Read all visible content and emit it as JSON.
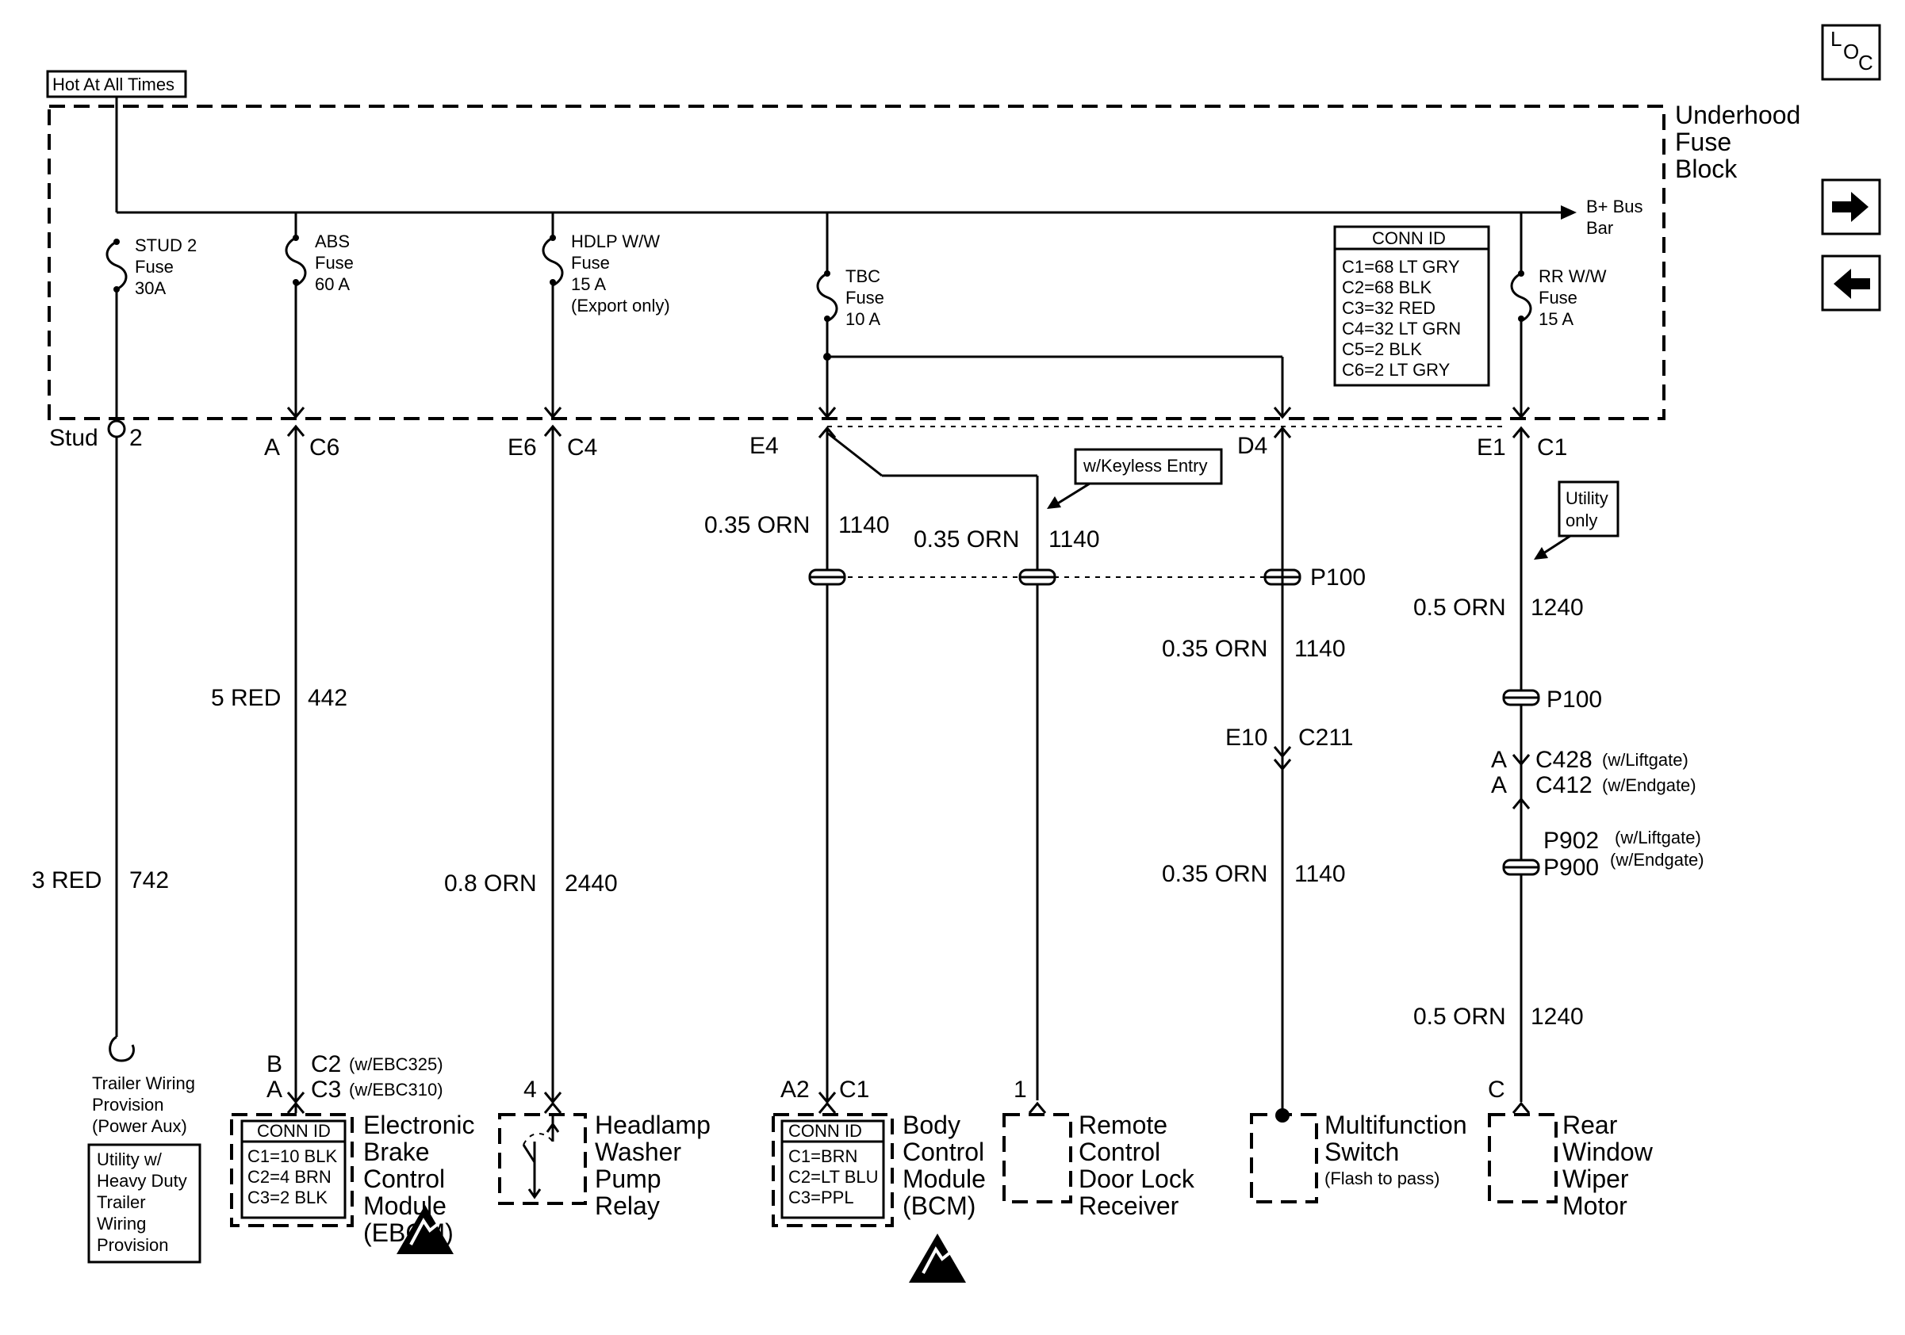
{
  "header": {
    "hot_label": "Hot At All Times",
    "fuse_block": [
      "Underhood",
      "Fuse",
      "Block"
    ],
    "bus": [
      "B+ Bus",
      "Bar"
    ]
  },
  "nav": {
    "loc": [
      "L",
      "O",
      "C"
    ],
    "next_icon": "right-arrow-icon",
    "prev_icon": "left-arrow-icon"
  },
  "conn_id_block": {
    "title": "CONN ID",
    "lines": [
      "C1=68 LT GRY",
      "C2=68 BLK",
      "C3=32 RED",
      "C4=32 LT GRN",
      "C5=2 BLK",
      "C6=2 LT GRY"
    ]
  },
  "fuses": {
    "stud2": [
      "STUD 2",
      "Fuse",
      "30A"
    ],
    "abs": [
      "ABS",
      "Fuse",
      "60 A"
    ],
    "hdlp": [
      "HDLP W/W",
      "Fuse",
      "15 A",
      "(Export only)"
    ],
    "tbc": [
      "TBC",
      "Fuse",
      "10 A"
    ],
    "rrww": [
      "RR W/W",
      "Fuse",
      "15 A"
    ]
  },
  "terminals": {
    "stud": "Stud",
    "stud_num": "2",
    "abs_pin": "A",
    "abs_conn": "C6",
    "hdlp_pin": "E6",
    "hdlp_conn": "C4",
    "tbc_pin": "E4",
    "d4_pin": "D4",
    "rr_pin": "E1",
    "rr_conn": "C1"
  },
  "notes": {
    "keyless": "w/Keyless Entry",
    "utility": [
      "Utility",
      "only"
    ]
  },
  "wires": {
    "stud": [
      "3 RED",
      "742"
    ],
    "abs": [
      "5 RED",
      "442"
    ],
    "hdlp": [
      "0.8 ORN",
      "2440"
    ],
    "tbc": [
      "0.35 ORN",
      "1140"
    ],
    "keyless": [
      "0.35 ORN",
      "1140"
    ],
    "mf_top": [
      "0.35 ORN",
      "1140"
    ],
    "mf_bottom": [
      "0.35 ORN",
      "1140"
    ],
    "rr_top": [
      "0.5 ORN",
      "1240"
    ],
    "rr_bottom": [
      "0.5 ORN",
      "1240"
    ]
  },
  "splices": {
    "p100_a": "P100",
    "p100_b": "P100",
    "p902": "P902",
    "p902_note": "(w/Liftgate)",
    "p900": "P900",
    "p900_note": "(w/Endgate)"
  },
  "connectors": {
    "e10": "E10",
    "c211": "C211",
    "a1": "A",
    "c428": "C428",
    "c428_note": "(w/Liftgate)",
    "a2": "A",
    "c412": "C412",
    "c412_note": "(w/Endgate)"
  },
  "components": {
    "trailer": {
      "label": [
        "Trailer Wiring",
        "Provision",
        "(Power Aux)"
      ],
      "box": [
        "Utility w/",
        "Heavy Duty",
        "Trailer",
        "Wiring",
        "Provision"
      ]
    },
    "ebcm": {
      "pin_b": "B",
      "c2": "C2",
      "c2_note": "(w/EBC325)",
      "pin_a": "A",
      "c3": "C3",
      "c3_note": "(w/EBC310)",
      "conn_title": "CONN ID",
      "conn_lines": [
        "C1=10 BLK",
        "C2=4 BRN",
        "C3=2 BLK"
      ],
      "name": [
        "Electronic",
        "Brake",
        "Control",
        "Module",
        "(EBCM)"
      ]
    },
    "relay": {
      "pin": "4",
      "name": [
        "Headlamp",
        "Washer",
        "Pump",
        "Relay"
      ]
    },
    "bcm": {
      "pin": "A2",
      "conn": "C1",
      "conn_title": "CONN ID",
      "conn_lines": [
        "C1=BRN",
        "C2=LT BLU",
        "C3=PPL"
      ],
      "name": [
        "Body",
        "Control",
        "Module",
        "(BCM)"
      ]
    },
    "receiver": {
      "pin": "1",
      "name": [
        "Remote",
        "Control",
        "Door Lock",
        "Receiver"
      ]
    },
    "mfswitch": {
      "name": [
        "Multifunction",
        "Switch"
      ],
      "note": "(Flash to pass)"
    },
    "wiper": {
      "pin": "C",
      "name": [
        "Rear",
        "Window",
        "Wiper",
        "Motor"
      ]
    }
  },
  "icons": {
    "esd": "esd-sensitive-icon"
  }
}
